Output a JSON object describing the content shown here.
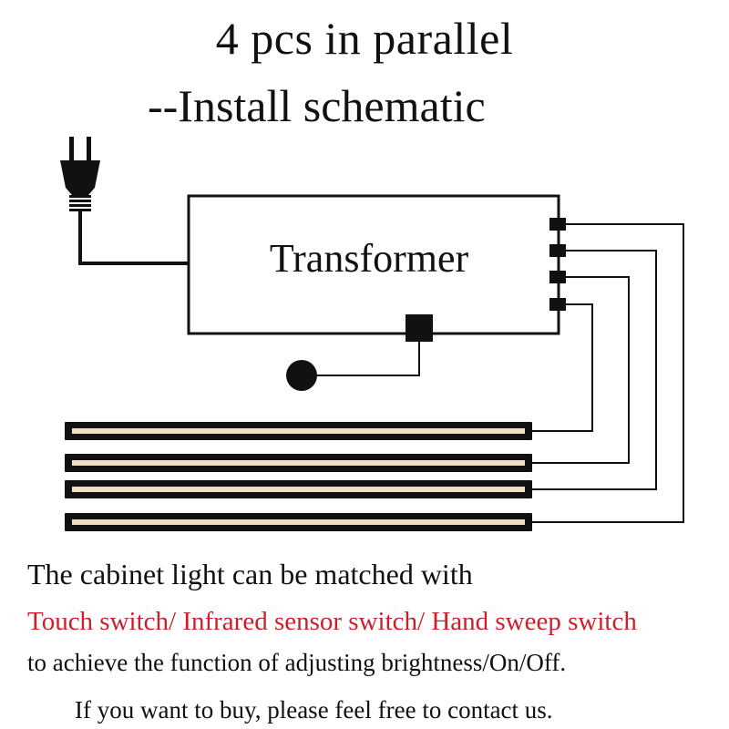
{
  "title": {
    "line1": "4 pcs in parallel",
    "line2": "--Install schematic"
  },
  "diagram": {
    "transformer_label": "Transformer",
    "light_bar_count": 4,
    "output_port_count": 4,
    "colors": {
      "line": "#111111",
      "bar_fill": "#f1dfc2",
      "highlight_text": "#cc1f2a"
    }
  },
  "description": {
    "line1": "The cabinet light can be matched with",
    "line2": "Touch switch/ Infrared sensor switch/ Hand sweep switch",
    "line3": "to achieve the function of adjusting brightness/On/Off.",
    "line4": "If you want to buy, please feel free to contact us."
  }
}
